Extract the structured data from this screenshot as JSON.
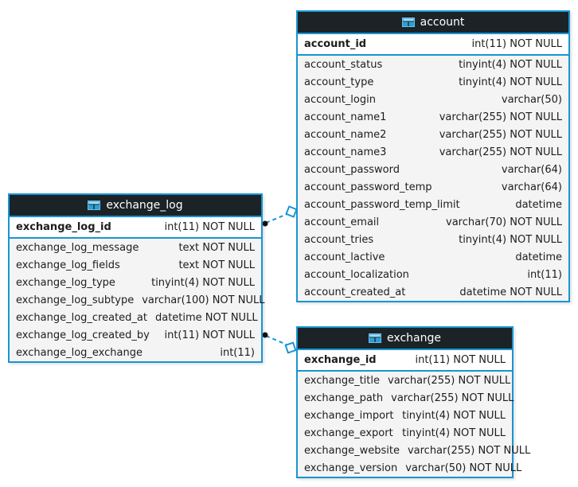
{
  "diagram": {
    "kind": "database-er-diagram",
    "background": "#ffffff"
  },
  "colors": {
    "table_border": "#1895d3",
    "header_bg": "#1c2327",
    "header_text": "#ffffff",
    "pk_row_bg": "#ffffff",
    "row_bg": "#f4f4f4",
    "text": "#1d1d1d",
    "relation_line": "#1895d3",
    "relation_dot": "#111111"
  },
  "icons": {
    "table_icon": "table-grid-icon"
  },
  "tables": [
    {
      "id": "exchange_log",
      "title": "exchange_log",
      "columns": [
        {
          "name": "exchange_log_id",
          "type": "int(11) NOT NULL",
          "pk": true
        },
        {
          "name": "exchange_log_message",
          "type": "text NOT NULL"
        },
        {
          "name": "exchange_log_fields",
          "type": "text NOT NULL"
        },
        {
          "name": "exchange_log_type",
          "type": "tinyint(4) NOT NULL"
        },
        {
          "name": "exchange_log_subtype",
          "type": "varchar(100) NOT NULL"
        },
        {
          "name": "exchange_log_created_at",
          "type": "datetime NOT NULL"
        },
        {
          "name": "exchange_log_created_by",
          "type": "int(11) NOT NULL"
        },
        {
          "name": "exchange_log_exchange",
          "type": "int(11)"
        }
      ]
    },
    {
      "id": "account",
      "title": "account",
      "columns": [
        {
          "name": "account_id",
          "type": "int(11) NOT NULL",
          "pk": true
        },
        {
          "name": "account_status",
          "type": "tinyint(4) NOT NULL"
        },
        {
          "name": "account_type",
          "type": "tinyint(4) NOT NULL"
        },
        {
          "name": "account_login",
          "type": "varchar(50)"
        },
        {
          "name": "account_name1",
          "type": "varchar(255) NOT NULL"
        },
        {
          "name": "account_name2",
          "type": "varchar(255) NOT NULL"
        },
        {
          "name": "account_name3",
          "type": "varchar(255) NOT NULL"
        },
        {
          "name": "account_password",
          "type": "varchar(64)"
        },
        {
          "name": "account_password_temp",
          "type": "varchar(64)"
        },
        {
          "name": "account_password_temp_limit",
          "type": "datetime"
        },
        {
          "name": "account_email",
          "type": "varchar(70) NOT NULL"
        },
        {
          "name": "account_tries",
          "type": "tinyint(4) NOT NULL"
        },
        {
          "name": "account_lactive",
          "type": "datetime"
        },
        {
          "name": "account_localization",
          "type": "int(11)"
        },
        {
          "name": "account_created_at",
          "type": "datetime NOT NULL"
        }
      ]
    },
    {
      "id": "exchange",
      "title": "exchange",
      "columns": [
        {
          "name": "exchange_id",
          "type": "int(11) NOT NULL",
          "pk": true
        },
        {
          "name": "exchange_title",
          "type": "varchar(255) NOT NULL"
        },
        {
          "name": "exchange_path",
          "type": "varchar(255) NOT NULL"
        },
        {
          "name": "exchange_import",
          "type": "tinyint(4) NOT NULL"
        },
        {
          "name": "exchange_export",
          "type": "tinyint(4) NOT NULL"
        },
        {
          "name": "exchange_website",
          "type": "varchar(255) NOT NULL"
        },
        {
          "name": "exchange_version",
          "type": "varchar(50) NOT NULL"
        }
      ]
    }
  ],
  "relations": [
    {
      "from": "exchange_log",
      "to": "account",
      "style": "dashed"
    },
    {
      "from": "exchange_log",
      "to": "exchange",
      "style": "dashed"
    }
  ]
}
